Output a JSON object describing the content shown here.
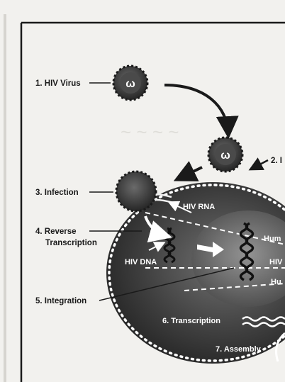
{
  "labels": {
    "hiv_virus": "1. HIV Virus",
    "binding_partial": "2. I",
    "infection": "3. Infection",
    "reverse": "4. Reverse",
    "transcription_line2": "Transcription",
    "integration": "5. Integration",
    "hiv_rna": "HIV RNA",
    "hiv_dna": "HIV DNA",
    "human_dna_partial_1": "Hum",
    "hiv_partial": "HIV",
    "human_dna_partial_2": "Hu",
    "transcription_step": "6. Transcription",
    "assembly": "7. Assembly"
  },
  "virus_glyph": "ω",
  "colors": {
    "paper": "#f2f1ee",
    "frame": "#1a1a1a",
    "cell_dark": "#2b2b2b",
    "cell_mid": "#5a5a5a",
    "nucleus": "#8a8a8a",
    "virus": "#3a3a3a"
  }
}
